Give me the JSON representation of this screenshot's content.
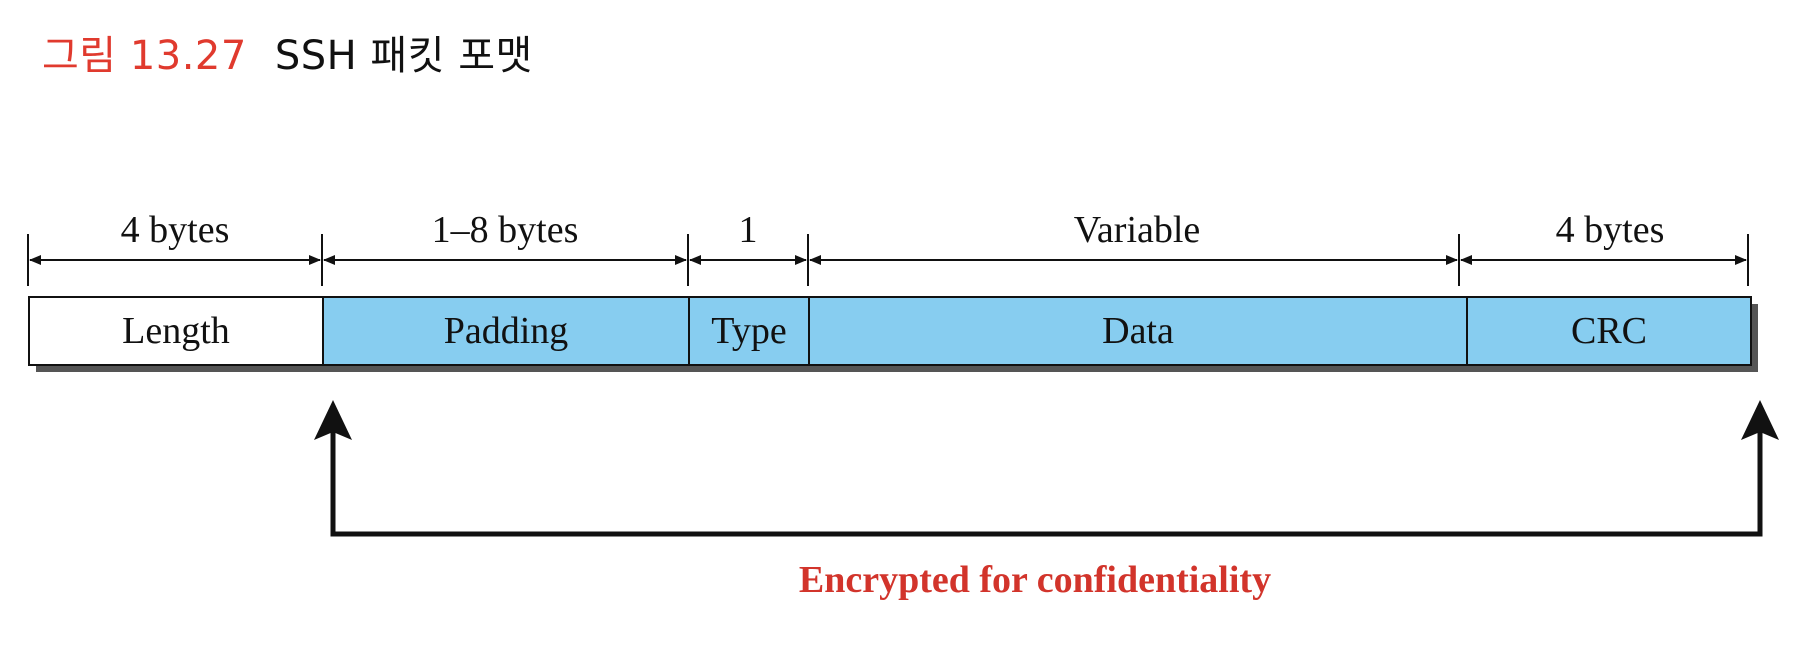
{
  "caption": {
    "label": "그림 13.27",
    "title": "SSH 패킷 포맷"
  },
  "packet": {
    "fields": [
      {
        "name": "Length",
        "size": "4 bytes",
        "encrypted": false
      },
      {
        "name": "Padding",
        "size": "1–8 bytes",
        "encrypted": true
      },
      {
        "name": "Type",
        "size": "1",
        "encrypted": true
      },
      {
        "name": "Data",
        "size": "Variable",
        "encrypted": true
      },
      {
        "name": "CRC",
        "size": "4 bytes",
        "encrypted": true
      }
    ],
    "encrypted_note": "Encrypted for confidentiality"
  },
  "colors": {
    "caption_label": "#e03a2e",
    "encrypted_fill": "#87cdf0",
    "plain_fill": "#ffffff",
    "shadow": "#555555",
    "stroke": "#111111",
    "note": "#d2342b"
  }
}
